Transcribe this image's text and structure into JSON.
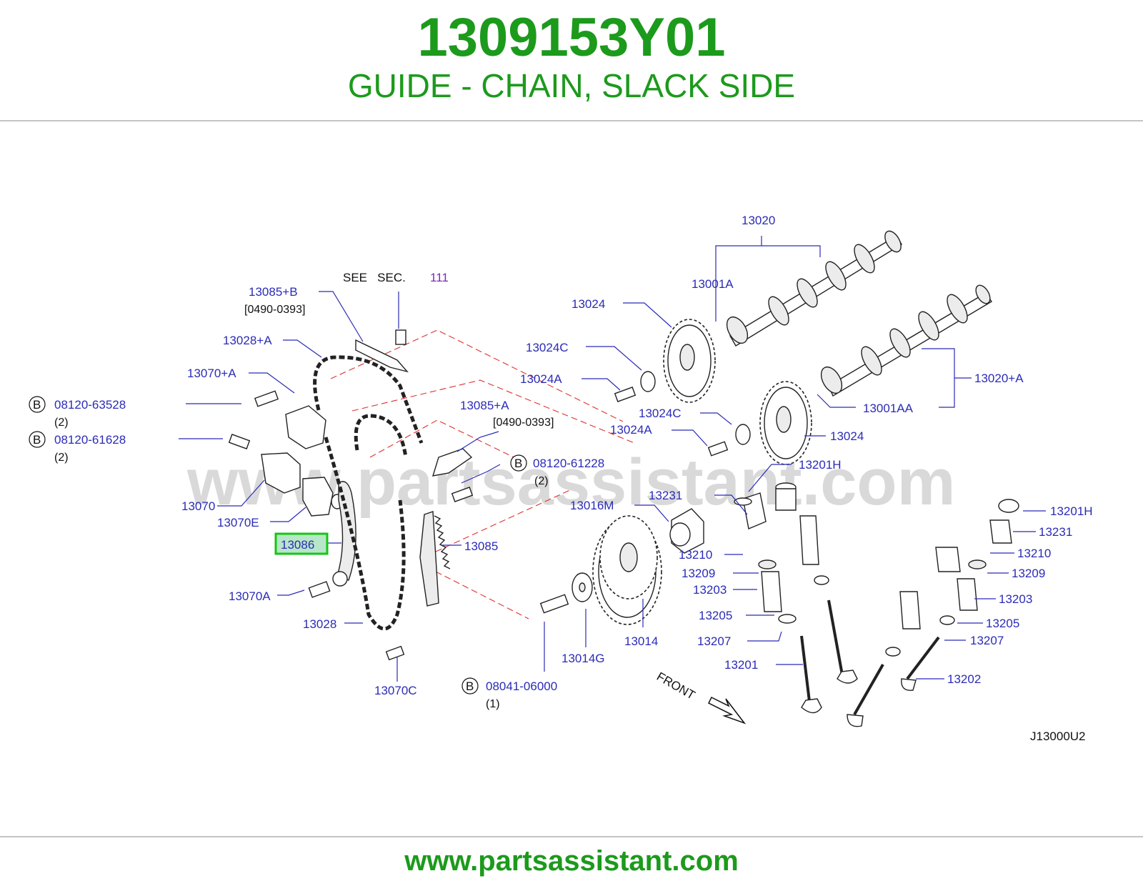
{
  "header": {
    "part_number": "1309153Y01",
    "description": "GUIDE - CHAIN, SLACK SIDE"
  },
  "footer": {
    "url": "www.partsassistant.com"
  },
  "watermark": "www.partsassistant.com",
  "diagram": {
    "code": "J13000U2",
    "see_sec": {
      "label": "SEE   SEC.",
      "number": "111"
    },
    "front_label": "FRONT",
    "highlighted": "13086",
    "labels": {
      "p13020": "13020",
      "p13001A": "13001A",
      "p13024_top": "13024",
      "p13024C_top": "13024C",
      "p13024A_top": "13024A",
      "p13020A": "13020+A",
      "p13001AA": "13001AA",
      "p13024C_mid": "13024C",
      "p13024A_mid": "13024A",
      "p13024_mid": "13024",
      "p13085B": "13085+B",
      "p13085B_range": "[0490-0393]",
      "p13028A": "13028+A",
      "p13070A_plus": "13070+A",
      "bolt1": "08120-63528",
      "bolt1_qty": "(2)",
      "bolt2": "08120-61628",
      "bolt2_qty": "(2)",
      "p13085A": "13085+A",
      "p13085A_range": "[0490-0393]",
      "bolt3": "08120-61228",
      "bolt3_qty": "(2)",
      "p13201H_top": "13201H",
      "p13231_top": "13231",
      "p13016M": "13016M",
      "p13070": "13070",
      "p13070E": "13070E",
      "p13086": "13086",
      "p13085": "13085",
      "p13070A": "13070A",
      "p13028": "13028",
      "p13070C": "13070C",
      "p13014": "13014",
      "p13014G": "13014G",
      "bolt4": "08041-06000",
      "bolt4_qty": "(1)",
      "p13210_l": "13210",
      "p13209_l": "13209",
      "p13203_l": "13203",
      "p13205_l": "13205",
      "p13207_l": "13207",
      "p13201_l": "13201",
      "p13201H_r": "13201H",
      "p13231_r": "13231",
      "p13210_r": "13210",
      "p13209_r": "13209",
      "p13203_r": "13203",
      "p13205_r": "13205",
      "p13207_r": "13207",
      "p13202": "13202",
      "bolt_badge": "B"
    }
  }
}
